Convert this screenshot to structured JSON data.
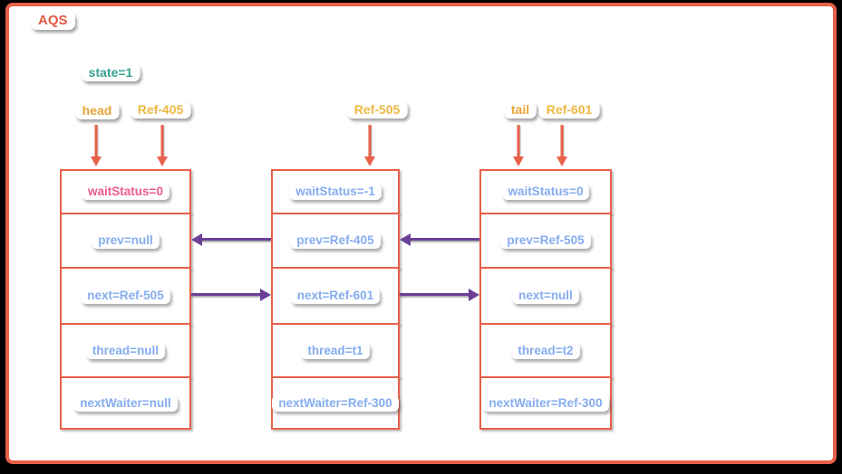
{
  "diagram": {
    "title": "AQS",
    "state_label": "state=1",
    "pointer_labels": {
      "head": "head",
      "ref_405": "Ref-405",
      "ref_505": "Ref-505",
      "tail": "tail",
      "ref_601": "Ref-601"
    },
    "nodes": [
      {
        "role": "head-node",
        "fields": [
          "waitStatus=0",
          "prev=null",
          "next=Ref-505",
          "thread=null",
          "nextWaiter=null"
        ]
      },
      {
        "role": "middle-node",
        "fields": [
          "waitStatus=-1",
          "prev=Ref-405",
          "next=Ref-601",
          "thread=t1",
          "nextWaiter=Ref-300"
        ]
      },
      {
        "role": "tail-node",
        "fields": [
          "waitStatus=0",
          "prev=Ref-505",
          "next=null",
          "thread=t2",
          "nextWaiter=Ref-300"
        ]
      }
    ],
    "colors": {
      "border_red": "#e8604a",
      "title_red": "#e45744",
      "state_teal": "#36a18f",
      "pointer_orange": "#eaa337",
      "ref_gold": "#ecb842",
      "wait_pink": "#ee5a8d",
      "value_blue": "#85acf0",
      "arrow_purple": "#6a4099"
    }
  }
}
